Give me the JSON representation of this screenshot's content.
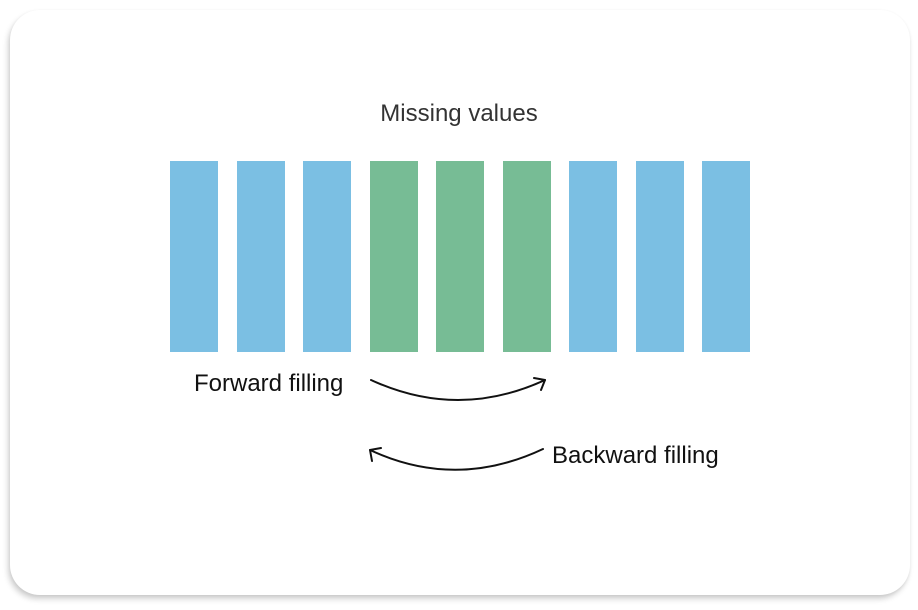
{
  "diagram": {
    "title": "Missing values",
    "colors": {
      "present": "#7BBFE3",
      "missing": "#77BC95",
      "arrow": "#111111"
    },
    "bars": [
      {
        "index": 0,
        "state": "present"
      },
      {
        "index": 1,
        "state": "present"
      },
      {
        "index": 2,
        "state": "present"
      },
      {
        "index": 3,
        "state": "missing"
      },
      {
        "index": 4,
        "state": "missing"
      },
      {
        "index": 5,
        "state": "missing"
      },
      {
        "index": 6,
        "state": "present"
      },
      {
        "index": 7,
        "state": "present"
      },
      {
        "index": 8,
        "state": "present"
      }
    ],
    "forward_label": "Forward filling",
    "backward_label": "Backward filling",
    "arrows": [
      {
        "name": "forward",
        "direction": "left-to-right"
      },
      {
        "name": "backward",
        "direction": "right-to-left"
      }
    ]
  }
}
